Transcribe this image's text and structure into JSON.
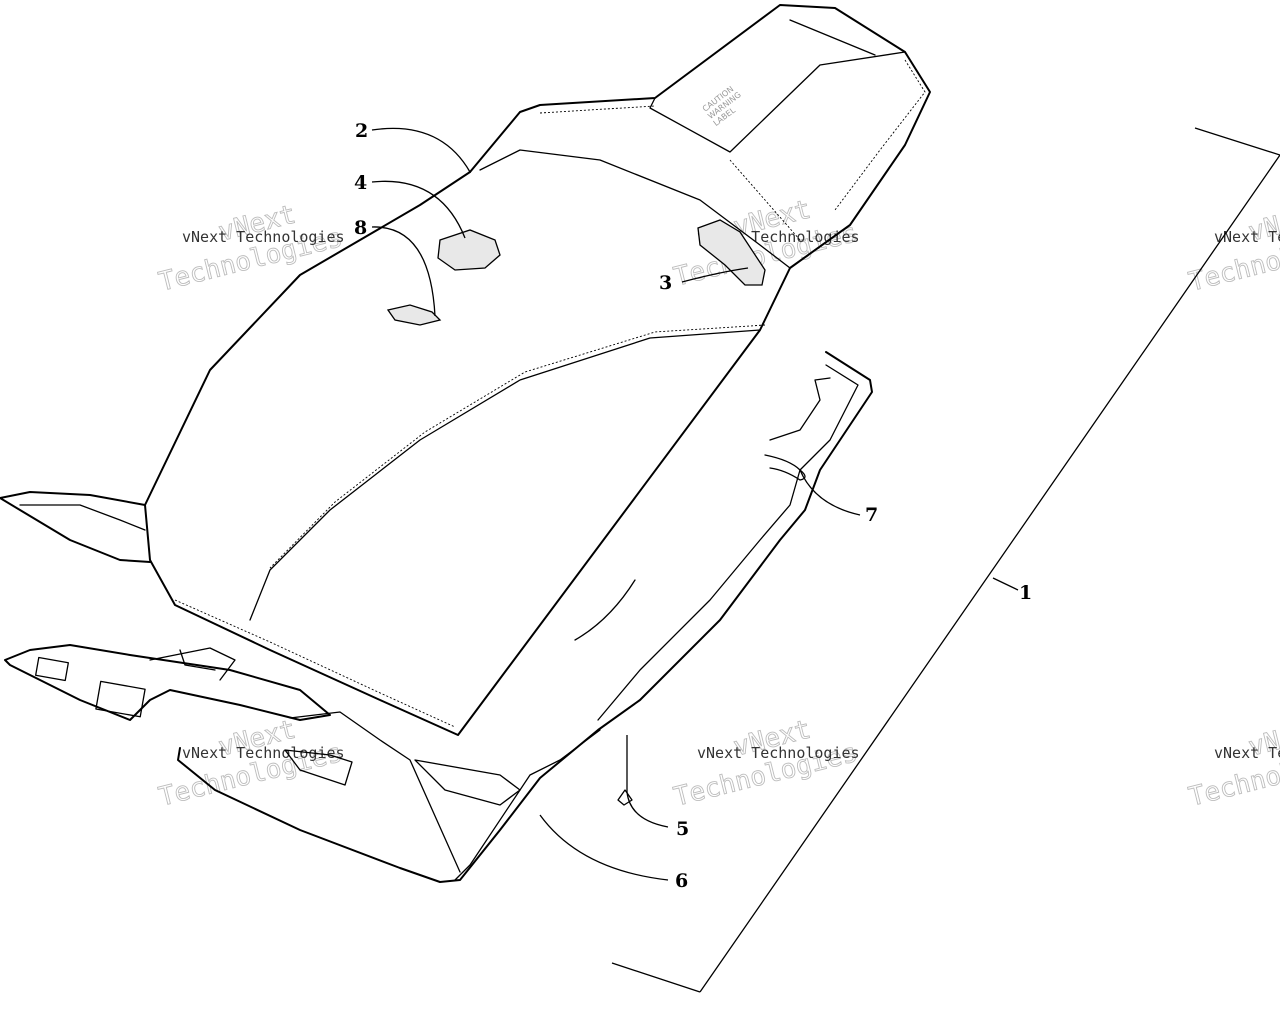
{
  "diagram": {
    "callouts": [
      "1",
      "2",
      "3",
      "4",
      "5",
      "6",
      "7",
      "8"
    ],
    "watermark": {
      "line1": "vNext Technologies",
      "big_top": "vNext",
      "big_bottom": "Technologies"
    }
  }
}
